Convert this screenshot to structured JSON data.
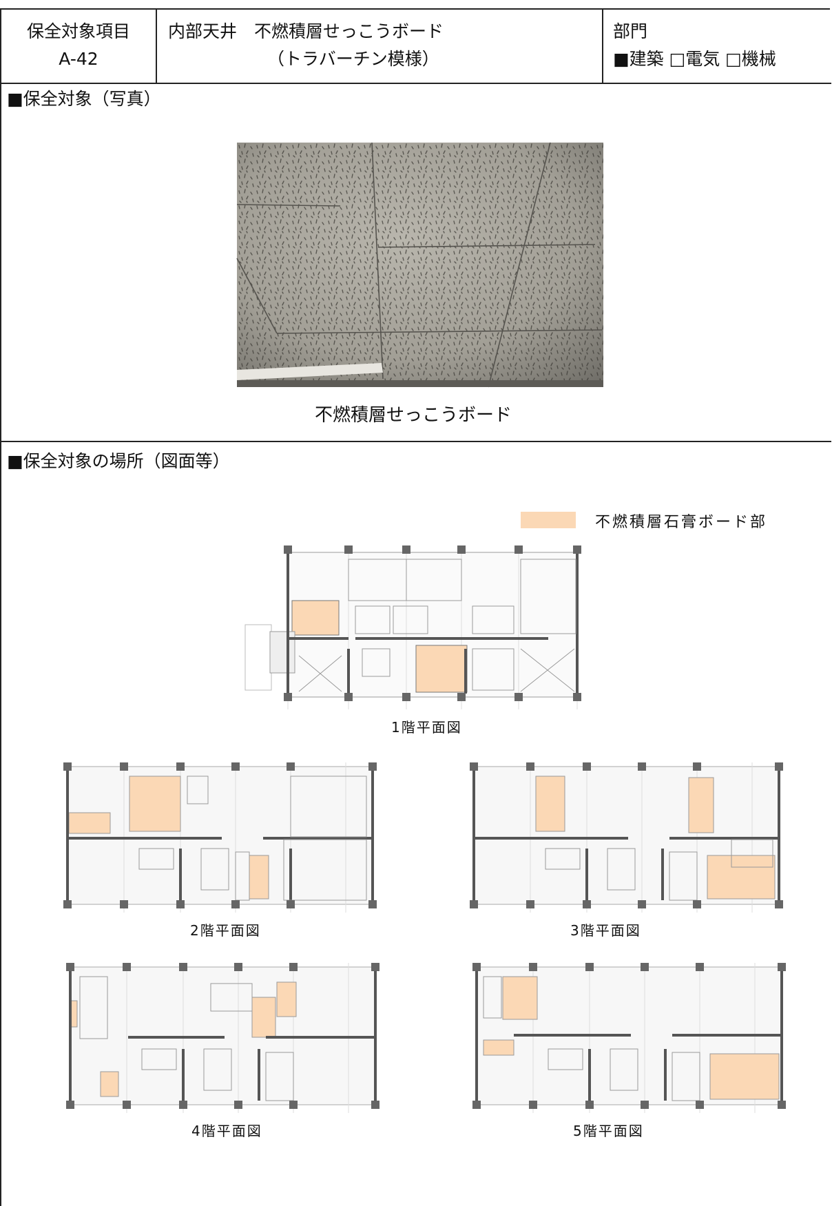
{
  "header": {
    "item_label": "保全対象項目",
    "item_code": "A-42",
    "title_line1": "内部天井　不燃積層せっこうボード",
    "title_line2": "（トラバーチン模様）",
    "dept_label": "部門",
    "dept_options": "■建築 □電気 □機械"
  },
  "photo_section": {
    "label": "■保全対象（写真）",
    "caption": "不燃積層せっこうボード"
  },
  "location_section": {
    "label": "■保全対象の場所（図面等）",
    "legend_label": "不燃積層石膏ボード部",
    "floor_plans": [
      "1階平面図",
      "2階平面図",
      "3階平面図",
      "4階平面図",
      "5階平面図"
    ]
  },
  "colors": {
    "highlight": "#fbd8b5",
    "border": "#222222"
  }
}
